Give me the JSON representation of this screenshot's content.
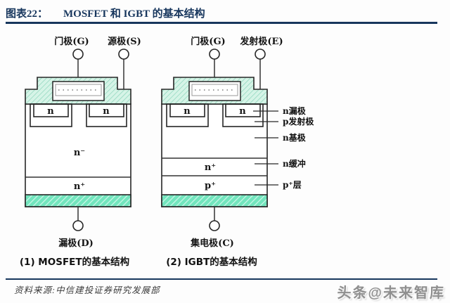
{
  "header": {
    "figure_label": "图表22：",
    "title": "MOSFET 和 IGBT 的基本结构"
  },
  "colors": {
    "accent_navy": "#17365d",
    "metal_top_fill": "#d6f4e7",
    "metal_top_hatch": "#7fd0b4",
    "electrode_fill": "#72e5bd",
    "electrode_hatch": "#c9f6e7",
    "outline": "#262626"
  },
  "mosfet": {
    "gate_terminal": "门极(G)",
    "source_terminal": "源极(S)",
    "drain_terminal": "漏极(D)",
    "region_n_left": "n",
    "region_n_right": "n",
    "region_n_minus": "n⁻",
    "region_n_plus": "n⁺",
    "caption": "(1) MOSFET的基本结构"
  },
  "igbt": {
    "gate_terminal": "门极(G)",
    "emitter_terminal": "发射极(E)",
    "collector_terminal": "集电极(C)",
    "region_n_left": "n",
    "region_n_right": "n",
    "region_n_plus": "n⁺",
    "region_p_plus": "p⁺",
    "caption": "(2) IGBT的基本结构",
    "side_labels": [
      {
        "text": "n漏极"
      },
      {
        "text": "p发射极"
      },
      {
        "text": "n基极"
      },
      {
        "text": "n缓冲"
      },
      {
        "text": "p⁺层"
      }
    ]
  },
  "footer": {
    "source": "资料来源:中信建投证券研究发展部",
    "watermark": "头条@未来智库"
  }
}
